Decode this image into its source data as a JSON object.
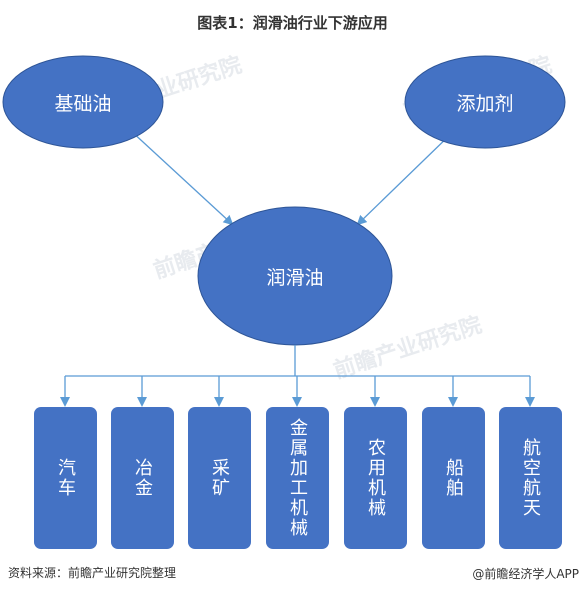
{
  "title": "图表1：润滑油行业下游应用",
  "nodes": {
    "base_oil": "基础油",
    "additive": "添加剂",
    "lubricant": "润滑油"
  },
  "applications": [
    {
      "label": "汽车"
    },
    {
      "label": "冶金"
    },
    {
      "label": "采矿"
    },
    {
      "label": "金属加工机械"
    },
    {
      "label": "农用机械"
    },
    {
      "label": "船舶"
    },
    {
      "label": "航空航天"
    }
  ],
  "source": "资料来源：前瞻产业研究院整理",
  "brand": "@前瞻经济学人APP",
  "watermark": "前瞻产业研究院",
  "colors": {
    "node_fill": "#4472c4",
    "node_stroke": "#2e5597",
    "connector": "#5b9bd5"
  }
}
